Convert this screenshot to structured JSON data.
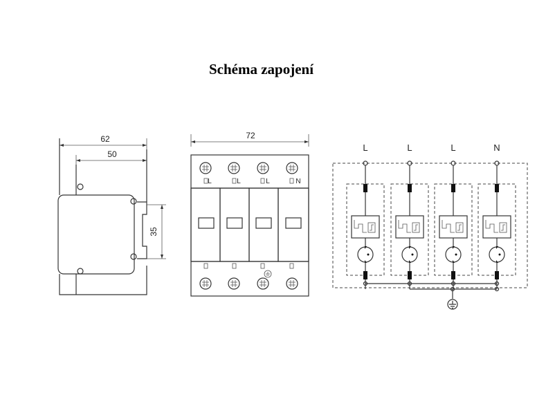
{
  "title": "Schéma zapojení",
  "side_view": {
    "dim_overall": "62",
    "dim_body": "50",
    "dim_rail": "35"
  },
  "front_view": {
    "dim_width": "72",
    "terminal_labels": [
      "L",
      "L",
      "L",
      "N"
    ]
  },
  "schematic": {
    "line_labels": [
      "L",
      "L",
      "L",
      "N"
    ],
    "ground_symbol": "protective-earth"
  }
}
